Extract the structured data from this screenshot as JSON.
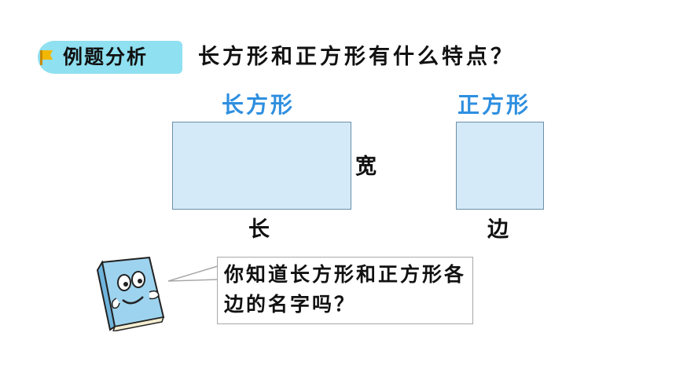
{
  "header": {
    "tag_label": "例题分析",
    "question": "长方形和正方形有什么特点？"
  },
  "shapes": {
    "rectangle": {
      "title": "长方形",
      "width_label": "宽",
      "length_label": "长"
    },
    "square": {
      "title": "正方形",
      "side_label": "边"
    }
  },
  "speech": {
    "text": "你知道长方形和正方形各边的名字吗？"
  },
  "colors": {
    "tag_bg": "#8fe0f0",
    "flag": "#f2b705",
    "shape_title": "#2e8fe0",
    "shape_fill": "#d4eaf8",
    "shape_border": "#6a8fa8"
  },
  "icons": {
    "tag_icon": "flag-icon",
    "mascot": "book-mascot"
  }
}
